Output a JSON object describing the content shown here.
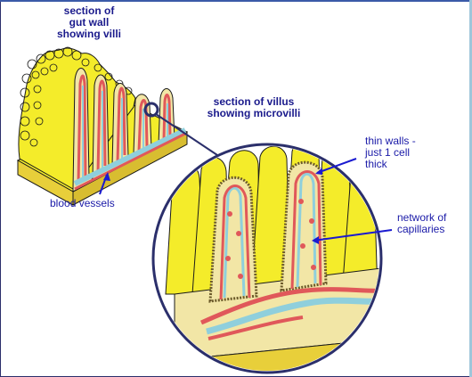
{
  "labels": {
    "gut_wall_title": "section of\ngut wall\nshowing villi",
    "villus_title": "section of villus\nshowing microvilli",
    "thin_walls": "thin walls -\njust 1 cell\nthick",
    "network": "network of\ncapillaries",
    "blood_vessels": "blood vessels"
  },
  "colors": {
    "tissue_yellow": "#f4ec2a",
    "tissue_outline": "#1a1a1a",
    "blood_vessel_red": "#e0585a",
    "lymph_blue": "#8fcfdc",
    "inner_cream": "#f2e6a6",
    "pointer_blue": "#1a1ad0",
    "circle_outline": "#2b2f6b"
  }
}
